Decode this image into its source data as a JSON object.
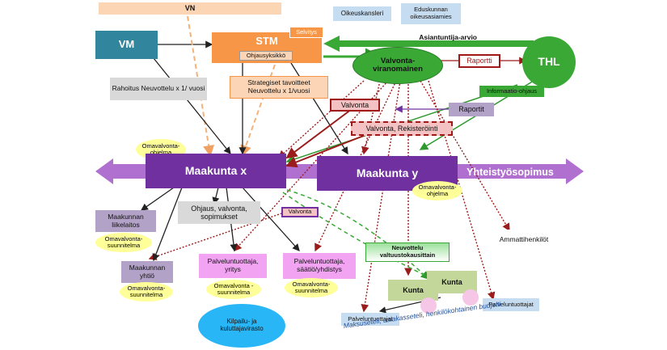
{
  "diagram": {
    "vn": "VN",
    "oikeuskansleri": "Oikeuskansleri",
    "eduskunnan_oikeusasiamies": "Eduskunnan oikeusasiamies",
    "vm": "VM",
    "stm": "STM",
    "selvitys": "Selvitys",
    "ohjausyksikko": "Ohjausyksikkö",
    "asiantuntija_arvio": "Asiantuntija-arvio",
    "valvontaviranomainen": "Valvonta-viranomainen",
    "raportti": "Raportti",
    "thl": "THL",
    "informaatio_ohjaus": "Informaatio-ohjaus",
    "raportit": "Raportit",
    "rahoitus": "Rahoitus Neuvottelu x 1/ vuosi",
    "strategiset": "Strategiset tavoitteet Neuvottelu x 1/vuosi",
    "valvonta_1": "Valvonta",
    "valvonta_rekisterointi": "Valvonta, Rekisteröinti",
    "omavalvontaohjelma_x": "Omavalvonta-ohjelma",
    "maakunta_x": "Maakunta x",
    "maakunta_y": "Maakunta y",
    "yhteistyosopimus": "Yhteistyösopimus",
    "omavalvontaohjelma_y": "Omavalvonta-ohjelma",
    "ohjaus": "Ohjaus, valvonta, sopimukset",
    "valvonta_2": "Valvonta",
    "liikelaitos": "Maakunnan liikelaitos",
    "omavalvontasuunnitelma_1": "Omavalvonta-suunnitelma",
    "ammattihenkilot": "Ammattihenkilöt",
    "neuvottelu_valtuusto": "Neuvottelu valtuustokausittain",
    "yhtio": "Maakunnan yhtiö",
    "omavalvontasuunnitelma_2": "Omavalvonta-suunnitelma",
    "palveluntuottaja_yritys": "Palveluntuottaja, yritys",
    "omavalvontasuunnitelma_3": "Omavalvonta -suunnitelma",
    "palveluntuottaja_saatio": "Palveluntuottaja, säätiö/yhdistys",
    "omavalvontasuunnitelma_4": "Omavalvonta-suunnitelma",
    "kunta_1": "Kunta",
    "kunta_2": "Kunta",
    "palveluntuottajat_right": "Palveluntuottajat",
    "kilpailu": "Kilpailu- ja kuluttajavirasto",
    "palveluntuottajat_bottom": "Palveluntuottajat",
    "maksuseteli": "Maksuseteli, asiakasseteli, henkilökohtainen budjetti",
    "colors": {
      "purple": "#7030a0",
      "purple_light": "#a060c8",
      "teal": "#31859c",
      "orange": "#f79646",
      "green": "#3aa835",
      "green_dark": "#2e7d32",
      "red_dark": "#a01818",
      "yellow": "#ffff99",
      "pink": "#f2a4f2",
      "lilac": "#b3a2c7",
      "lightblue": "#c6dcf0"
    }
  }
}
